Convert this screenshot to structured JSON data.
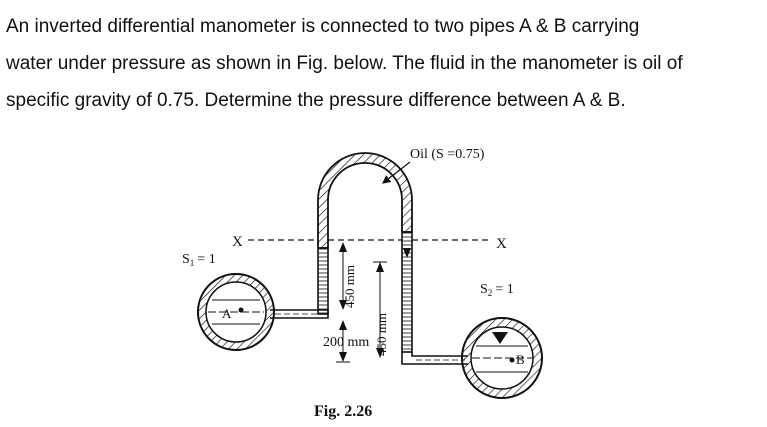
{
  "problem": {
    "lines": [
      "An inverted differential manometer is connected to two pipes A & B carrying",
      "water under pressure as shown in Fig. below. The fluid in the manometer is oil of",
      "specific gravity of 0.75. Determine the pressure difference between A & B."
    ]
  },
  "figure": {
    "oil_label": "Oil (S =0.75)",
    "s1_label": "S",
    "s1_sub": "1",
    "s1_value": "= 1",
    "s2_label": "S",
    "s2_sub": "2",
    "s2_value": "= 1",
    "pipe_a_label": "A",
    "pipe_b_label": "B",
    "x_left": "X",
    "x_right": "X",
    "dim_450_left": "450 mm",
    "dim_450_right": "450 mm",
    "dim_200": "200 mm",
    "caption": "Fig. 2.26"
  },
  "colors": {
    "ink": "#111111",
    "paper": "#ffffff"
  }
}
